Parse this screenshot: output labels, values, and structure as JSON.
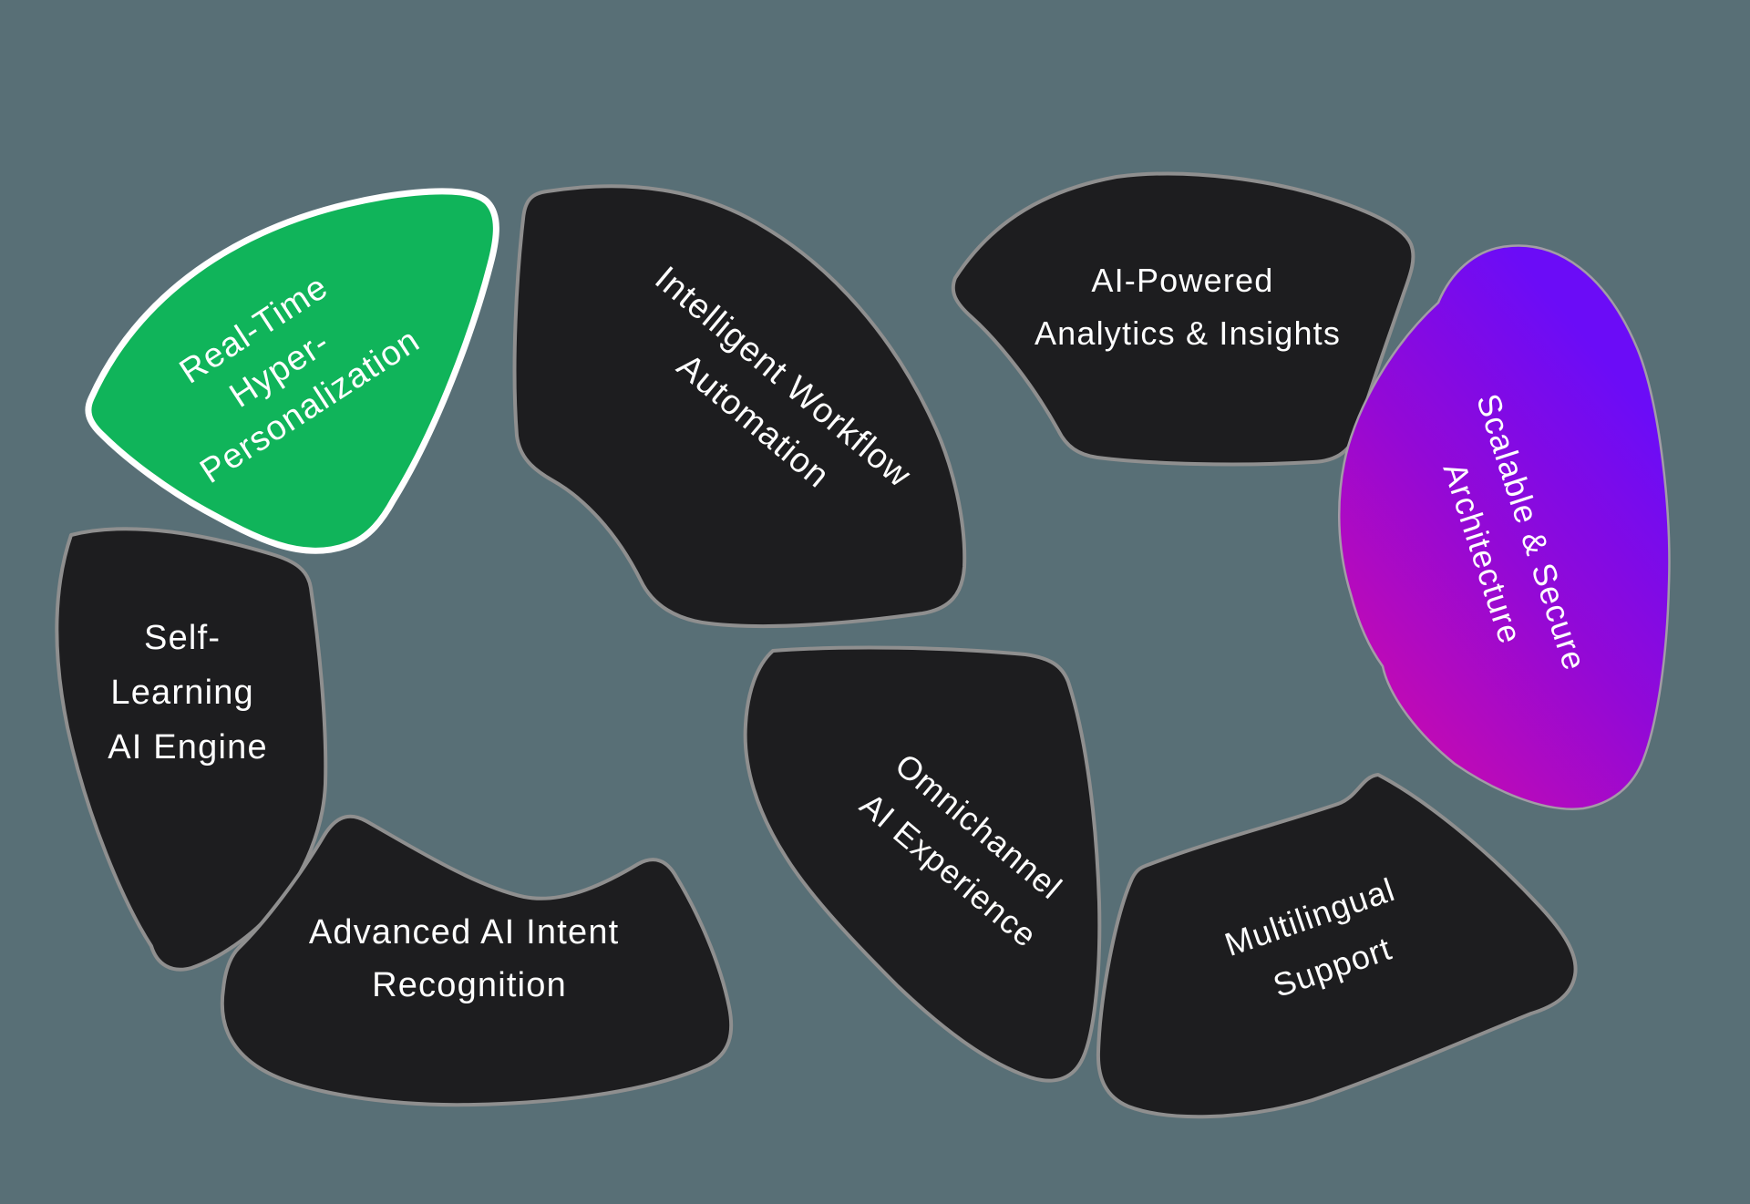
{
  "colors": {
    "background": "#586f76",
    "segment_dark_fill": "#1d1d1f",
    "segment_dark_stroke": "#8f8f8f",
    "green_fill": "#10b45a",
    "green_stroke": "#ffffff",
    "purple_stroke": "#a39ca6",
    "purple_gradient_start": "#c40ab2",
    "purple_gradient_mid": "#9309d6",
    "purple_gradient_end": "#6b0cf7",
    "label_color": "#ffffff"
  },
  "segments": [
    {
      "id": "real-time-hyper-personalization",
      "lines": [
        "Real-Time",
        "Hyper-",
        "Personalization"
      ]
    },
    {
      "id": "intelligent-workflow-automation",
      "lines": [
        "Intelligent Workflow",
        "Automation"
      ]
    },
    {
      "id": "self-learning-ai-engine",
      "lines": [
        "Self-",
        "Learning",
        "AI Engine"
      ]
    },
    {
      "id": "advanced-ai-intent-recognition",
      "lines": [
        "Advanced AI Intent",
        "Recognition"
      ]
    },
    {
      "id": "ai-powered-analytics-insights",
      "lines": [
        "AI-Powered",
        "Analytics & Insights"
      ]
    },
    {
      "id": "scalable-secure-architecture",
      "lines": [
        "Scalable & Secure",
        "Architecture"
      ]
    },
    {
      "id": "omnichannel-ai-experience",
      "lines": [
        "Omnichannel",
        "AI Experience"
      ]
    },
    {
      "id": "multilingual-support",
      "lines": [
        "Multilingual",
        "Support"
      ]
    }
  ]
}
